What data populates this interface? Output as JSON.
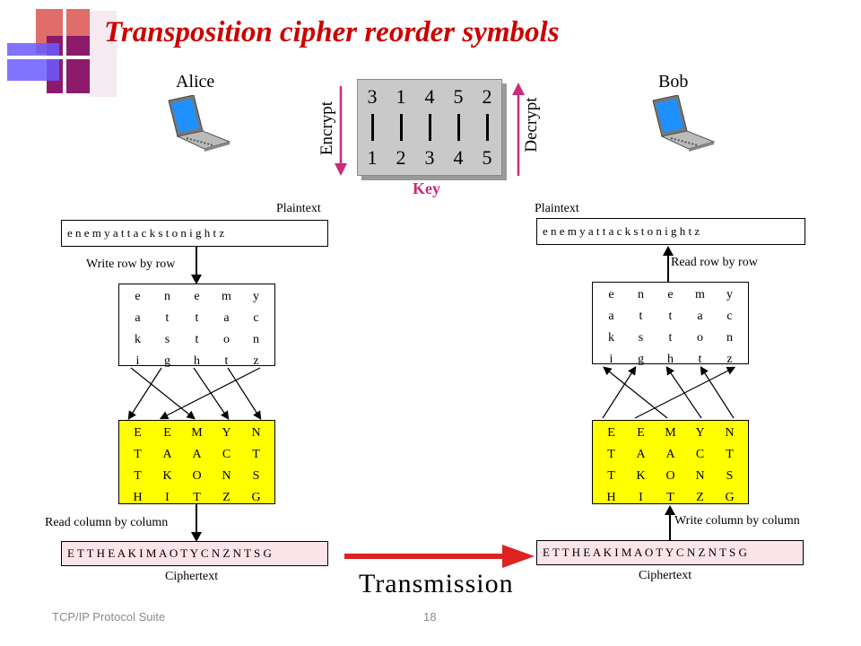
{
  "title": "Transposition cipher reorder symbols",
  "alice": "Alice",
  "bob": "Bob",
  "key": {
    "label": "Key",
    "encrypt": "Encrypt",
    "decrypt": "Decrypt",
    "top": [
      "3",
      "1",
      "4",
      "5",
      "2"
    ],
    "bottom": [
      "1",
      "2",
      "3",
      "4",
      "5"
    ]
  },
  "left": {
    "plaintext_label": "Plaintext",
    "plaintext": "e n e m y a t t a c k s t o n i g h t z",
    "write_label": "Write row by row",
    "read_label": "Read column by column",
    "ciphertext": "E T T H E A K I M A O T Y C N Z N T S G",
    "ciphertext_label": "Ciphertext"
  },
  "right": {
    "plaintext_label": "Plaintext",
    "plaintext": "e n e m y a t t a c k s t o n i g h t z",
    "read_label": "Read row by row",
    "write_label": "Write column by column",
    "ciphertext": "E T T H E A K I M A O T Y C N Z N T S G",
    "ciphertext_label": "Ciphertext"
  },
  "plain_grid": [
    [
      "e",
      "n",
      "e",
      "m",
      "y"
    ],
    [
      "a",
      "t",
      "t",
      "a",
      "c"
    ],
    [
      "k",
      "s",
      "t",
      "o",
      "n"
    ],
    [
      "i",
      "g",
      "h",
      "t",
      "z"
    ]
  ],
  "cipher_grid": [
    [
      "E",
      "E",
      "M",
      "Y",
      "N"
    ],
    [
      "T",
      "A",
      "A",
      "C",
      "T"
    ],
    [
      "T",
      "K",
      "O",
      "N",
      "S"
    ],
    [
      "H",
      "I",
      "T",
      "Z",
      "G"
    ]
  ],
  "transmission": "Transmission",
  "footer": {
    "left": "TCP/IP Protocol Suite",
    "page": "18"
  },
  "colors": {
    "title": "#cc0000",
    "key_arrow": "#cc2a7a",
    "cipher_box": "#fbe4ea",
    "grid_highlight": "#ffff00",
    "transmission_arrow": "#dd2222"
  }
}
